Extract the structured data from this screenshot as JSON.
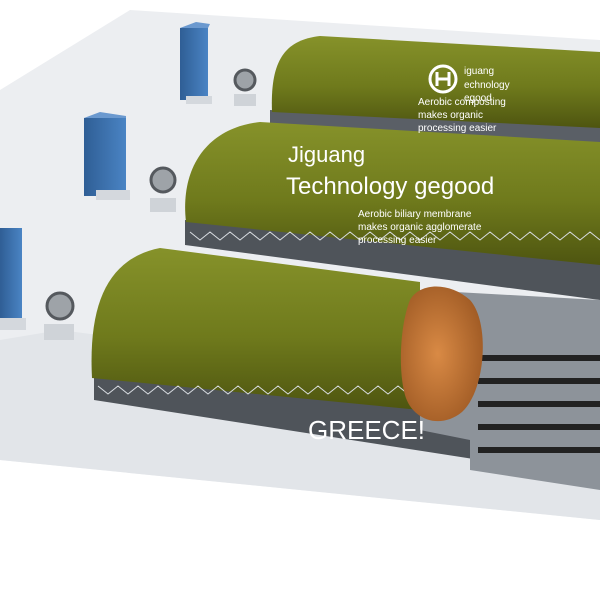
{
  "brand": {
    "title_line1": "Jiguang",
    "title_line2": "Technology gegood",
    "description": [
      "Aerobic biliary membrane",
      "makes organic agglomerate",
      "processing easier"
    ]
  },
  "small_brand": {
    "title_line1": "iguang",
    "title_line2": "echnology",
    "title_line3": "egood",
    "description": [
      "Aerobic composting",
      "makes organic",
      "processing easier"
    ]
  },
  "caption": "GREECE!",
  "colors": {
    "membrane": "#6f7a1c",
    "membrane_dark": "#4e5510",
    "panel": "#3d74b2",
    "compost": "#c87a3a",
    "floor": "#e9ecef"
  }
}
